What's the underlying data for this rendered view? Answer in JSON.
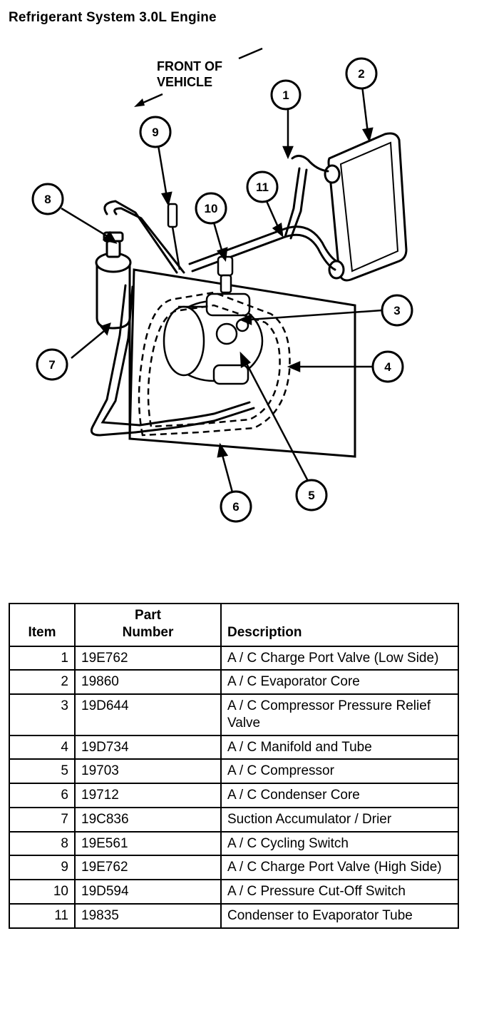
{
  "title": "Refrigerant System 3.0L Engine",
  "front_label": [
    "FRONT OF",
    "VEHICLE"
  ],
  "callouts": [
    "1",
    "2",
    "3",
    "4",
    "5",
    "6",
    "7",
    "8",
    "9",
    "10",
    "11"
  ],
  "table": {
    "headers": {
      "item": "Item",
      "part_line1": "Part",
      "part_line2": "Number",
      "description": "Description"
    },
    "rows": [
      {
        "item": "1",
        "part": "19E762",
        "desc": "A / C Charge Port Valve (Low Side)"
      },
      {
        "item": "2",
        "part": "19860",
        "desc": "A / C Evaporator Core"
      },
      {
        "item": "3",
        "part": "19D644",
        "desc": "A / C Compressor Pressure Relief Valve"
      },
      {
        "item": "4",
        "part": "19D734",
        "desc": "A / C Manifold and Tube"
      },
      {
        "item": "5",
        "part": "19703",
        "desc": "A / C Compressor"
      },
      {
        "item": "6",
        "part": "19712",
        "desc": "A / C Condenser Core"
      },
      {
        "item": "7",
        "part": "19C836",
        "desc": "Suction Accumulator / Drier"
      },
      {
        "item": "8",
        "part": "19E561",
        "desc": "A / C Cycling Switch"
      },
      {
        "item": "9",
        "part": "19E762",
        "desc": "A / C Charge Port Valve (High Side)"
      },
      {
        "item": "10",
        "part": "19D594",
        "desc": "A / C Pressure Cut-Off Switch"
      },
      {
        "item": "11",
        "part": "19835",
        "desc": "Condenser to Evaporator Tube"
      }
    ]
  }
}
